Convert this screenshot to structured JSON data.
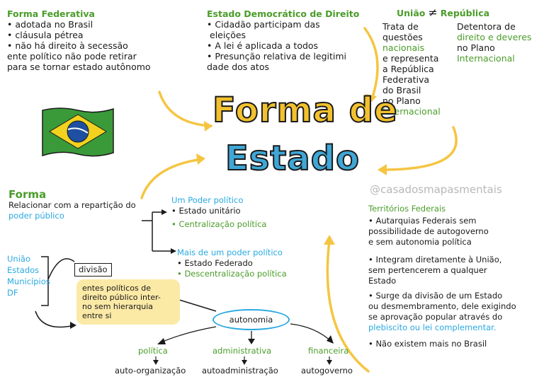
{
  "colors": {
    "green": "#4a9d2a",
    "blue": "#2aa9e0",
    "yellow": "#f2c12e",
    "arrow": "#f5c542",
    "box_yellow": "#fbe9a6",
    "oval": "#2aa9e0"
  },
  "forma_federativa": {
    "title": "Forma Federativa",
    "items": [
      "adotada no Brasil",
      "cláusula pétrea",
      "não há direito à secessão"
    ],
    "continuation": [
      "ente político não pode retirar",
      "para se tornar estado autônomo"
    ]
  },
  "estado_democratico": {
    "title": "Estado Democrático de Direito",
    "items": [
      "Cidadão participam das",
      "eleições",
      "A lei é aplicada a todos",
      "Presunção relativa de legitimi",
      "dade dos atos"
    ]
  },
  "uniao_republica": {
    "title_left": "União",
    "title_sym": "≠",
    "title_right": "República",
    "left_lines": [
      "Trata de",
      "questões",
      "nacionais",
      "e representa",
      "a República",
      "Federativa",
      "do Brasil",
      "no Plano",
      "Internacional"
    ],
    "right_lines": [
      "Detentora de",
      "direito e deveres",
      "no Plano",
      "Internacional"
    ]
  },
  "main_title": {
    "line1": "Forma de",
    "line2": "Estado"
  },
  "watermark": "@casadosmapasmentais",
  "forma": {
    "title": "Forma",
    "desc1": "Relacionar com a repartição do",
    "desc2": "poder público",
    "um_poder": {
      "title": "Um Poder político",
      "items": [
        "Estado unitário",
        "Centralização política"
      ]
    },
    "mais_poder": {
      "title": "Mais de um poder político",
      "items": [
        "Estado Federado",
        "Descentralização política"
      ]
    }
  },
  "entes": [
    "União",
    "Estados",
    "Municípios",
    "DF"
  ],
  "divisao_label": "divisão",
  "entes_box": [
    "entes políticos de",
    "direito público inter-",
    "no sem hierarquia",
    "entre si"
  ],
  "autonomia": {
    "label": "autonomia",
    "types": [
      "política",
      "administrativa",
      "financeira"
    ],
    "results": [
      "auto-organização",
      "autoadministração",
      "autogoverno"
    ]
  },
  "territorios": {
    "title": "Territórios Federais",
    "items": [
      [
        "Autarquias Federais sem",
        "possibilidade de autogoverno",
        "e sem autonomia política"
      ],
      [
        "Integram diretamente à União,",
        "sem pertencerem a qualquer",
        "Estado"
      ],
      [
        "Surge da divisão de um Estado",
        "ou desmembramento, dele exigindo",
        "se aprovação popular através do",
        "plebiscito ou lei complementar."
      ],
      [
        "Não existem mais no Brasil"
      ]
    ]
  }
}
